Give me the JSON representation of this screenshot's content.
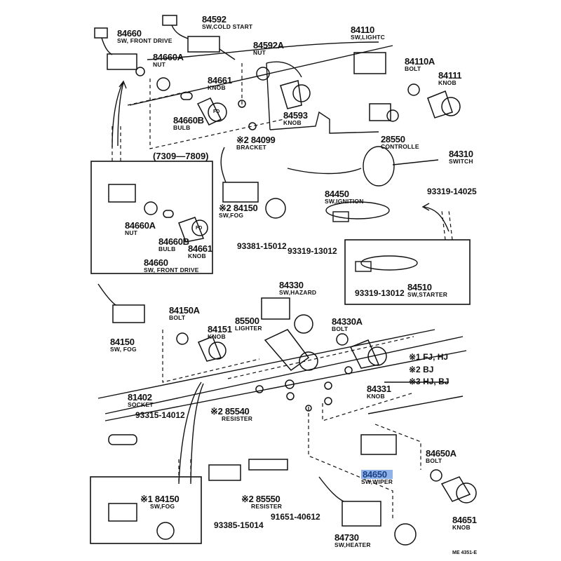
{
  "parts": {
    "p84660": {
      "number": "84660",
      "name": "SW, FRONT DRIVE"
    },
    "p84592": {
      "number": "84592",
      "name": "SW,COLD START"
    },
    "p84592A": {
      "number": "84592A",
      "name": "NUT"
    },
    "p84660A": {
      "number": "84660A",
      "name": "NUT"
    },
    "p84661": {
      "number": "84661",
      "name": "KNOB"
    },
    "p84660B": {
      "number": "84660B",
      "name": "BULB"
    },
    "p84593": {
      "number": "84593",
      "name": "KNOB"
    },
    "p84110": {
      "number": "84110",
      "name": "SW,LIGHTC"
    },
    "p84110A": {
      "number": "84110A",
      "name": "BOLT"
    },
    "p84111": {
      "number": "84111",
      "name": "KNOB"
    },
    "p28550": {
      "number": "28550",
      "name": "CONTROLLE"
    },
    "p84099": {
      "number": "※2 84099",
      "name": "BRACKET"
    },
    "p84310": {
      "number": "84310",
      "name": "SWITCH"
    },
    "p84150a": {
      "number": "※2 84150",
      "name": "SW,FOG"
    },
    "p84450": {
      "number": "84450",
      "name": "SW,IGNITION"
    },
    "p84510": {
      "number": "84510",
      "name": "SW,STARTER"
    },
    "p84330": {
      "number": "84330",
      "name": "SW,HAZARD"
    },
    "p84150A": {
      "number": "84150A",
      "name": "BOLT"
    },
    "p84150b": {
      "number": "84150",
      "name": "SW, FOG"
    },
    "p84151": {
      "number": "84151",
      "name": "KNOB"
    },
    "p85500": {
      "number": "85500",
      "name": "LIGHTER"
    },
    "p84330A": {
      "number": "84330A",
      "name": "BOLT"
    },
    "p84331": {
      "number": "84331",
      "name": "KNOB"
    },
    "p81402": {
      "number": "81402",
      "name": "SOCKET"
    },
    "p85540": {
      "number": "※2 85540",
      "name": "RESISTER"
    },
    "p85550": {
      "number": "※2 85550",
      "name": "RESISTER"
    },
    "p84150c": {
      "number": "※1 84150",
      "name": "SW,FOG"
    },
    "p84650A": {
      "number": "84650A",
      "name": "BOLT"
    },
    "p84650": {
      "number": "84650",
      "name": "SW,WIPER"
    },
    "p84651": {
      "number": "84651",
      "name": "KNOB"
    },
    "p84730": {
      "number": "84730",
      "name": "SW,HEATER"
    },
    "inset_84660A": {
      "number": "84660A",
      "name": "NUT"
    },
    "inset_84660B": {
      "number": "84660B",
      "name": "BULB"
    },
    "inset_84661": {
      "number": "84661",
      "name": "KNOB"
    },
    "inset_84660": {
      "number": "84660",
      "name": "SW, FRONT DRIVE"
    }
  },
  "fasteners": {
    "f93319_14025": "93319-14025",
    "f93381_15012": "93381-15012",
    "f93319_13012a": "93319-13012",
    "f93319_13012b": "93319-13012",
    "f93315_14012": "93315-14012",
    "f93385_15014": "93385-15014",
    "f91651_40612": "91651-40612"
  },
  "inset_period": "(7309—7809)",
  "legend": [
    "※1  FJ, HJ",
    "※2  BJ",
    "※3  HJ, BJ"
  ],
  "knob_marks": {
    "fd": "FD",
    "fd2": "FD"
  },
  "drawing_code": "ME 4351-E",
  "highlight_color": "#8fb3e8"
}
